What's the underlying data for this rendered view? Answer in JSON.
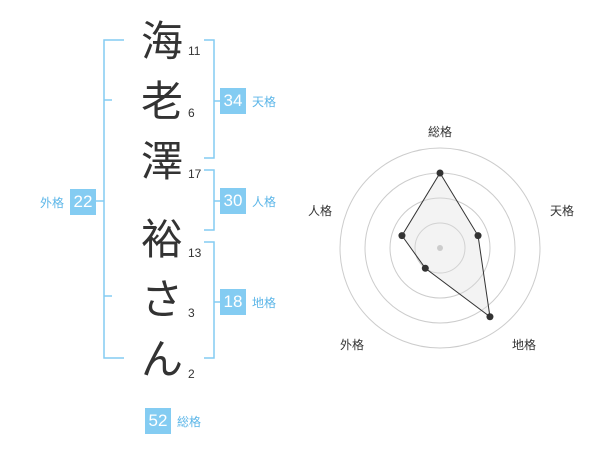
{
  "name_chars": [
    {
      "char": "海",
      "strokes": "11"
    },
    {
      "char": "老",
      "strokes": "6"
    },
    {
      "char": "澤",
      "strokes": "17"
    },
    {
      "char": "裕",
      "strokes": "13"
    },
    {
      "char": "さ",
      "strokes": "3"
    },
    {
      "char": "ん",
      "strokes": "2"
    }
  ],
  "kaku": {
    "gaikaku": {
      "value": "22",
      "label": "外格"
    },
    "tenkaku": {
      "value": "34",
      "label": "天格"
    },
    "jinkaku": {
      "value": "30",
      "label": "人格"
    },
    "chikaku": {
      "value": "18",
      "label": "地格"
    },
    "soukaku": {
      "value": "52",
      "label": "総格"
    }
  },
  "colors": {
    "accent": "#84ccf2",
    "accent_text": "#5cb6e8",
    "bracket": "#84ccf2"
  },
  "chart_data": {
    "type": "radar",
    "axes": [
      "総格",
      "天格",
      "地格",
      "外格",
      "人格"
    ],
    "values": [
      0.75,
      0.4,
      0.85,
      0.25,
      0.4
    ],
    "rings": 4
  }
}
